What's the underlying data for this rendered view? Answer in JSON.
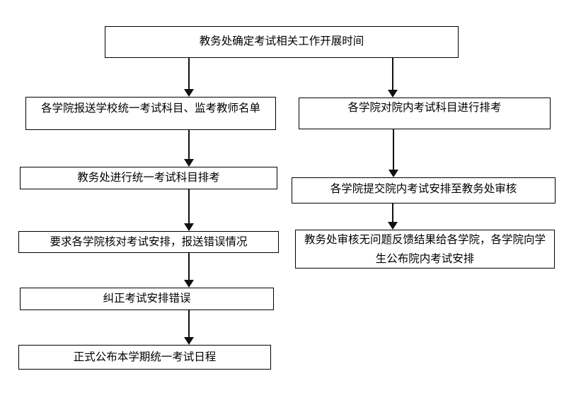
{
  "flowchart": {
    "colors": {
      "background": "#ffffff",
      "border": "#000000",
      "text": "#000000",
      "arrow": "#111111"
    },
    "nodes": {
      "start": "教务处确定考试相关工作开展时间",
      "left": [
        "各学院报送学校统一考试科目、监考教师名单",
        "教务处进行统一考试科目排考",
        "要求各学院核对考试安排，报送错误情况",
        "纠正考试安排错误",
        "正式公布本学期统一考试日程"
      ],
      "right": [
        "各学院对院内考试科目进行排考",
        "各学院提交院内考试安排至教务处审核",
        "教务处审核无问题反馈结果给各学院，各学院向学生公布院内考试安排"
      ]
    },
    "edges": [
      {
        "from": "start",
        "to": "left.0"
      },
      {
        "from": "start",
        "to": "right.0"
      },
      {
        "from": "left.0",
        "to": "left.1"
      },
      {
        "from": "left.1",
        "to": "left.2"
      },
      {
        "from": "left.2",
        "to": "left.3"
      },
      {
        "from": "left.3",
        "to": "left.4"
      },
      {
        "from": "right.0",
        "to": "right.1"
      },
      {
        "from": "right.1",
        "to": "right.2"
      }
    ]
  }
}
